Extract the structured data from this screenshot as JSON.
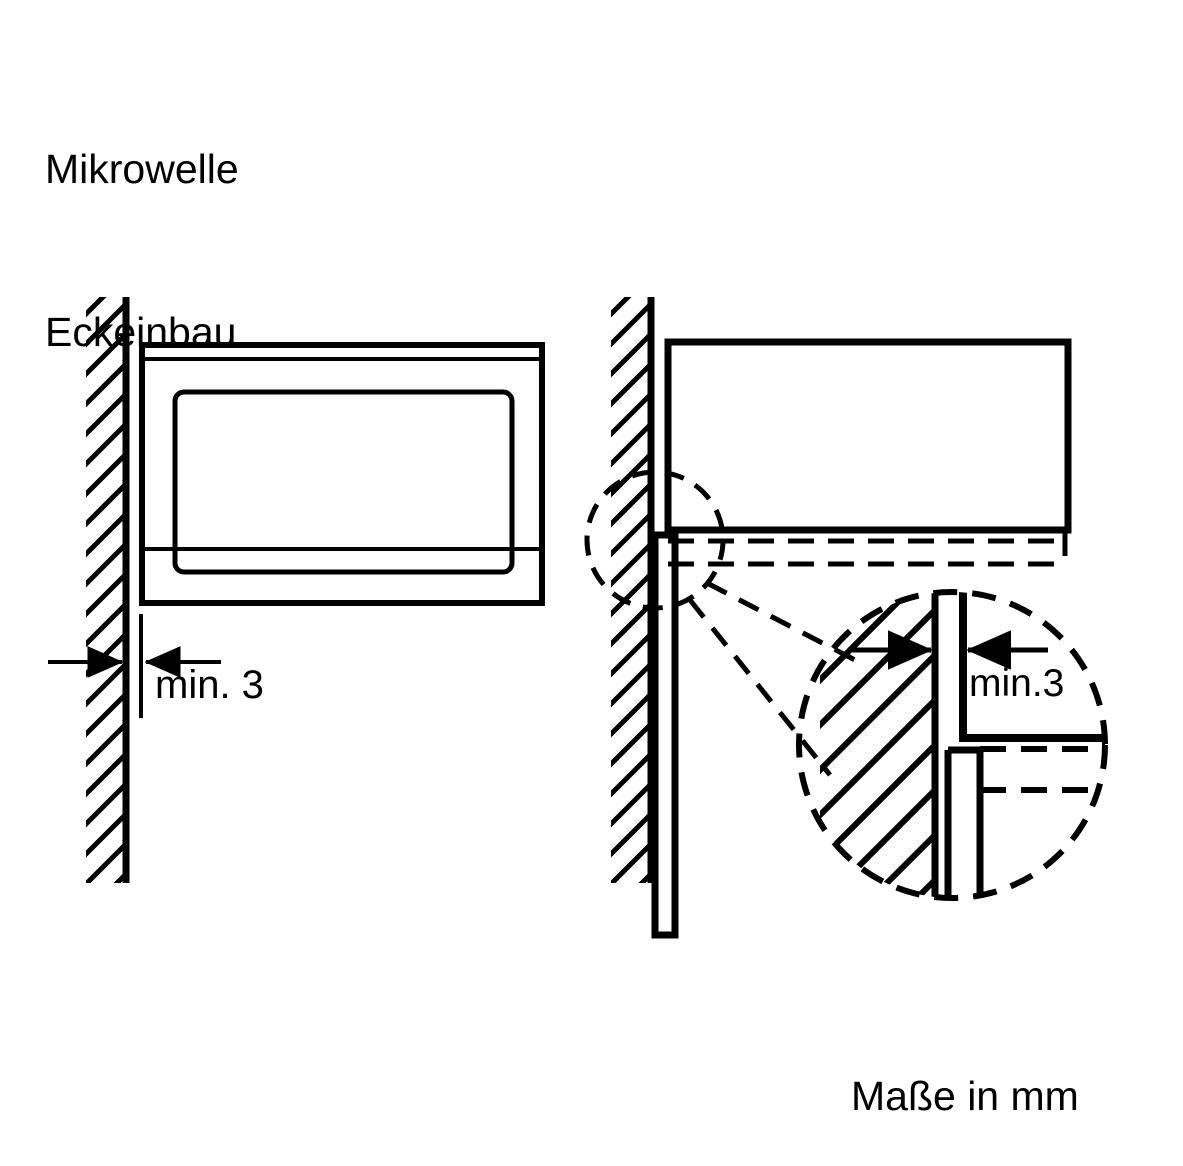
{
  "document": {
    "title_line1": "Mikrowelle",
    "title_line2": "Eckeinbau",
    "units_note": "Maße in mm",
    "background_color": "#ffffff",
    "line_color": "#000000"
  },
  "views": {
    "front_view": {
      "name": "front-view",
      "wall": {
        "hatching": "45-degree",
        "side": "left"
      },
      "appliance": {
        "shape": "rectangle",
        "door_panel": "rounded-rectangle"
      },
      "dimension": {
        "label": "min. 3",
        "value": 3,
        "unit": "mm",
        "arrows": "both-ends-inward"
      }
    },
    "side_view": {
      "name": "side-view",
      "wall": {
        "hatching": "45-degree",
        "side": "left"
      },
      "appliance": {
        "shape": "rectangle",
        "door_panel": "open-downward"
      },
      "hidden_edges": "dashed"
    },
    "detail_view": {
      "name": "detail-circle",
      "callout": "dashed-circle-magnifier",
      "dimension": {
        "label": "min.3",
        "value": 3,
        "unit": "mm",
        "arrows": "both-ends-inward"
      }
    }
  },
  "labels": {
    "front_dimension": "min. 3",
    "detail_dimension": "min.3"
  }
}
